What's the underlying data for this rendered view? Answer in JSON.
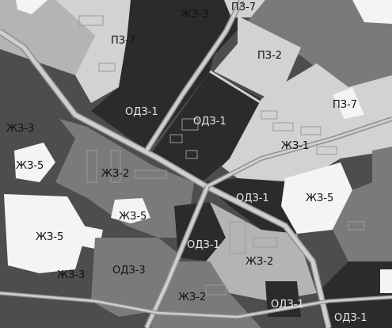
{
  "map": {
    "colors": {
      "background": "#4d4d4d",
      "zone_dark": "#2b2b2b",
      "zone_mid": "#7a7a7a",
      "zone_light": "#b4b4b4",
      "zone_pale": "#d2d2d2",
      "zone_white": "#f4f4f4",
      "road": "#cfcfcf",
      "road_edge": "#8f8f8f"
    },
    "zones": [
      {
        "id": "zh3-top",
        "label": "ЖЗ-3"
      },
      {
        "id": "pz7-top",
        "label": "ПЗ-7"
      },
      {
        "id": "pz2",
        "label": "ПЗ-2"
      },
      {
        "id": "pz7-left",
        "label": "ПЗ-7"
      },
      {
        "id": "odz1-nw",
        "label": "ОДЗ-1"
      },
      {
        "id": "odz1-center",
        "label": "ОДЗ-1"
      },
      {
        "id": "pz7-right",
        "label": "ПЗ-7"
      },
      {
        "id": "zh3-left",
        "label": "ЖЗ-3"
      },
      {
        "id": "zh1",
        "label": "ЖЗ-1"
      },
      {
        "id": "zh5-left",
        "label": "ЖЗ-5"
      },
      {
        "id": "zh2-mid",
        "label": "ЖЗ-2"
      },
      {
        "id": "odz1-east",
        "label": "ОДЗ-1"
      },
      {
        "id": "zh5-right",
        "label": "ЖЗ-5"
      },
      {
        "id": "zh5-center",
        "label": "ЖЗ-5"
      },
      {
        "id": "zh5-lower-left",
        "label": "ЖЗ-5"
      },
      {
        "id": "odz1-south",
        "label": "ОДЗ-1"
      },
      {
        "id": "zh2-se",
        "label": "ЖЗ-2"
      },
      {
        "id": "odz3",
        "label": "ОДЗ-3"
      },
      {
        "id": "zh3-bottom",
        "label": "ЖЗ-3"
      },
      {
        "id": "zh2-bottom",
        "label": "ЖЗ-2"
      },
      {
        "id": "odz1-bottom",
        "label": "ОДЗ-1"
      },
      {
        "id": "odz1-corner",
        "label": "ОДЗ-1"
      }
    ]
  }
}
